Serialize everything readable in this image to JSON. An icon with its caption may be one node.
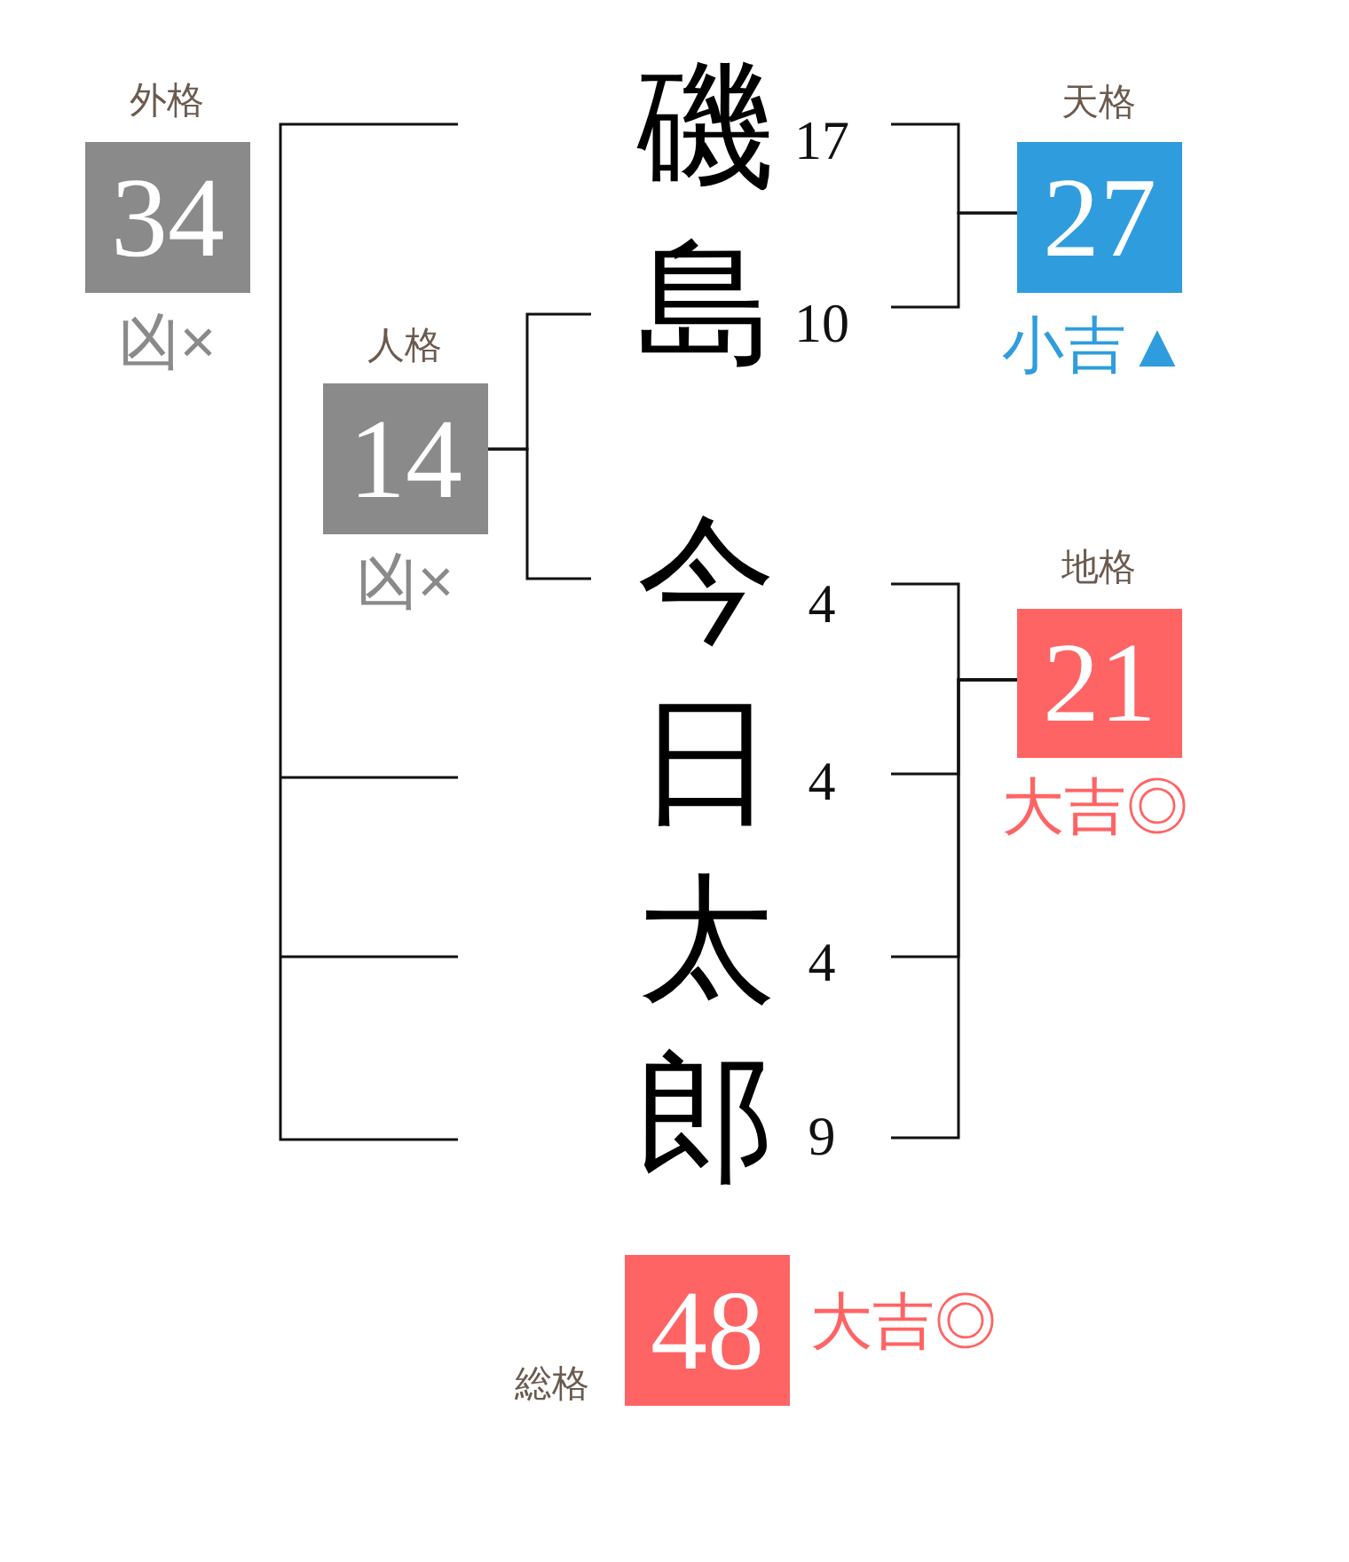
{
  "diagram": {
    "nodes": [
      {
        "text": [
          "外格",
          "34"
        ],
        "beside": [
          "凶×"
        ]
      },
      {
        "text": [
          "磯"
        ],
        "beside": [
          "17"
        ]
      },
      {
        "text": [
          "天格",
          "27"
        ],
        "beside": [
          "小吉▲"
        ]
      },
      {
        "text": [
          "島"
        ],
        "beside": [
          "10"
        ]
      },
      {
        "text": [
          "人格",
          "14"
        ],
        "beside": [
          "凶×"
        ]
      },
      {
        "text": [
          "今"
        ],
        "beside": [
          "4"
        ]
      },
      {
        "text": [
          "地格",
          "21"
        ],
        "beside": [
          "大吉◎"
        ]
      },
      {
        "text": [
          "日"
        ],
        "beside": [
          "4"
        ]
      },
      {
        "text": [
          "太"
        ],
        "beside": [
          "4"
        ]
      },
      {
        "text": [
          "郎"
        ],
        "beside": [
          "9"
        ]
      },
      {
        "text": [
          "総格",
          "48"
        ],
        "beside": [
          "大吉◎"
        ]
      }
    ],
    "edges": [
      {
        "from": 1,
        "to": 2,
        "arrow": "none"
      },
      {
        "from": 3,
        "to": 2,
        "arrow": "none"
      },
      {
        "from": 4,
        "to": 3,
        "arrow": "none"
      },
      {
        "from": 4,
        "to": 5,
        "arrow": "none"
      },
      {
        "from": 5,
        "to": 6,
        "arrow": "none"
      },
      {
        "from": 7,
        "to": 6,
        "arrow": "none"
      },
      {
        "from": 8,
        "to": 6,
        "arrow": "none"
      },
      {
        "from": 9,
        "to": 6,
        "arrow": "none"
      }
    ]
  }
}
